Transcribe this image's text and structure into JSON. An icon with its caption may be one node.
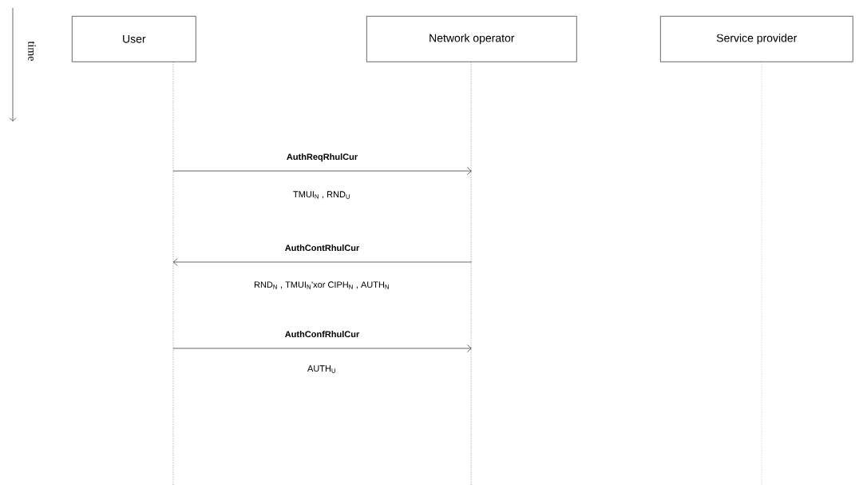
{
  "diagram": {
    "nodes": [
      {
        "text": [
          "User"
        ]
      },
      {
        "text": [
          "Network operator"
        ]
      },
      {
        "text": [
          "Service provider"
        ]
      }
    ],
    "edges": [
      {
        "from": 0,
        "to": 1,
        "arrow": "to",
        "label": "AuthReqRhulCur"
      },
      {
        "from": 1,
        "to": 0,
        "arrow": "to",
        "label": "AuthContRhulCur"
      },
      {
        "from": 0,
        "to": 1,
        "arrow": "to",
        "label": "AuthConfRhulCur"
      }
    ],
    "labels": [
      "time",
      "TMUI$_{N}$ , RND$_{U}$",
      "RND$_{N}$ , TMUI$_{N}$'xor CIPH$_{N}$ , AUTH$_{N}$",
      "AUTH$_{U}$"
    ]
  }
}
